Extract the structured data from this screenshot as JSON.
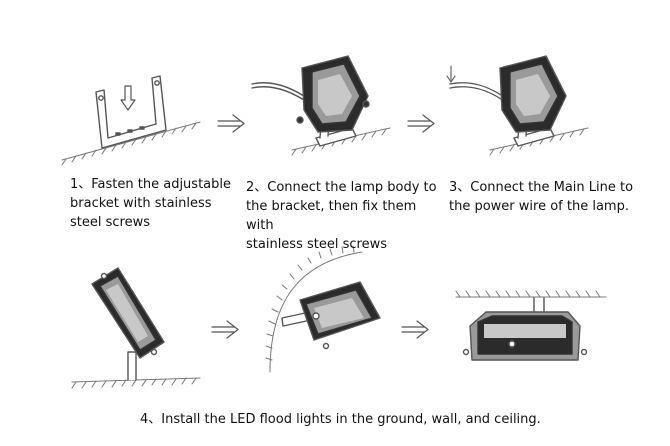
{
  "steps": [
    {
      "caption": "1、Fasten the adjustable\nbracket with stainless\nsteel screws"
    },
    {
      "caption": "2、Connect the lamp body to\nthe bracket, then fix them with\nstainless steel screws"
    },
    {
      "caption": "3、Connect the Main Line to\nthe power wire of the lamp."
    },
    {
      "caption": "4、Install the LED flood lights in the ground, wall, and ceiling."
    }
  ],
  "icons": [
    "down-arrow-icon",
    "right-arrow-icon"
  ],
  "colors": {
    "line": "#555555",
    "lamp_body": "#2b2b2b",
    "lamp_panel": "#9a9a9a",
    "hatch": "#777777"
  }
}
